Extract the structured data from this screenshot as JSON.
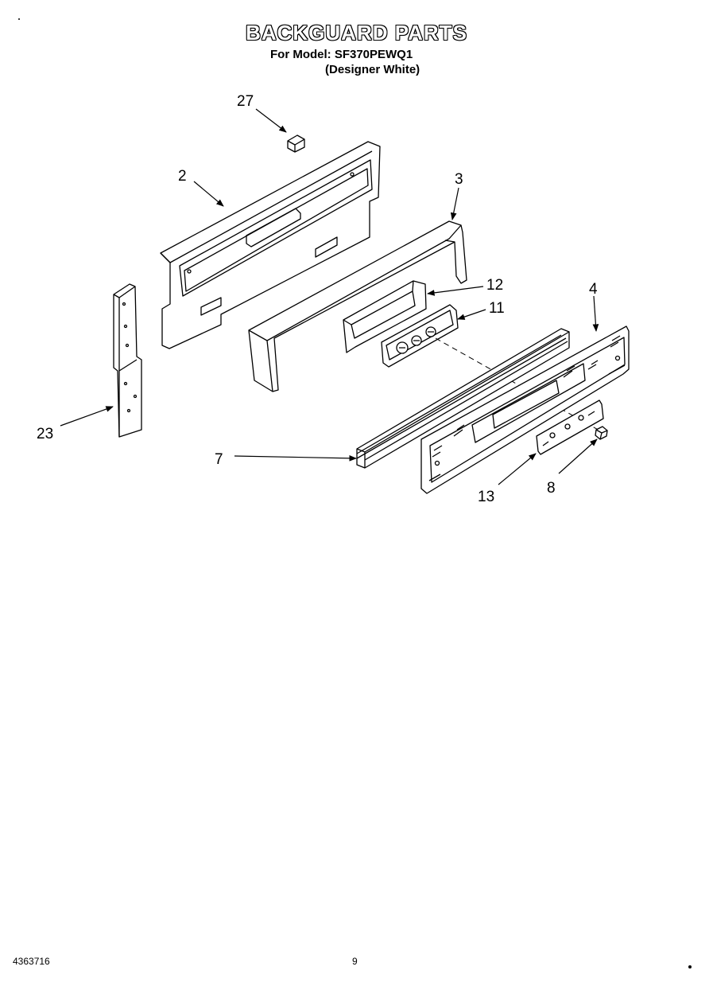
{
  "header": {
    "title": "BACKGUARD PARTS",
    "model_line": "For Model: SF370PEWQ1",
    "variant_line": "(Designer White)"
  },
  "callouts": {
    "p27": "27",
    "p2": "2",
    "p3": "3",
    "p12": "12",
    "p11": "11",
    "p4": "4",
    "p23": "23",
    "p7": "7",
    "p13": "13",
    "p8": "8"
  },
  "footer": {
    "doc_number": "4363716",
    "page_number": "9"
  }
}
